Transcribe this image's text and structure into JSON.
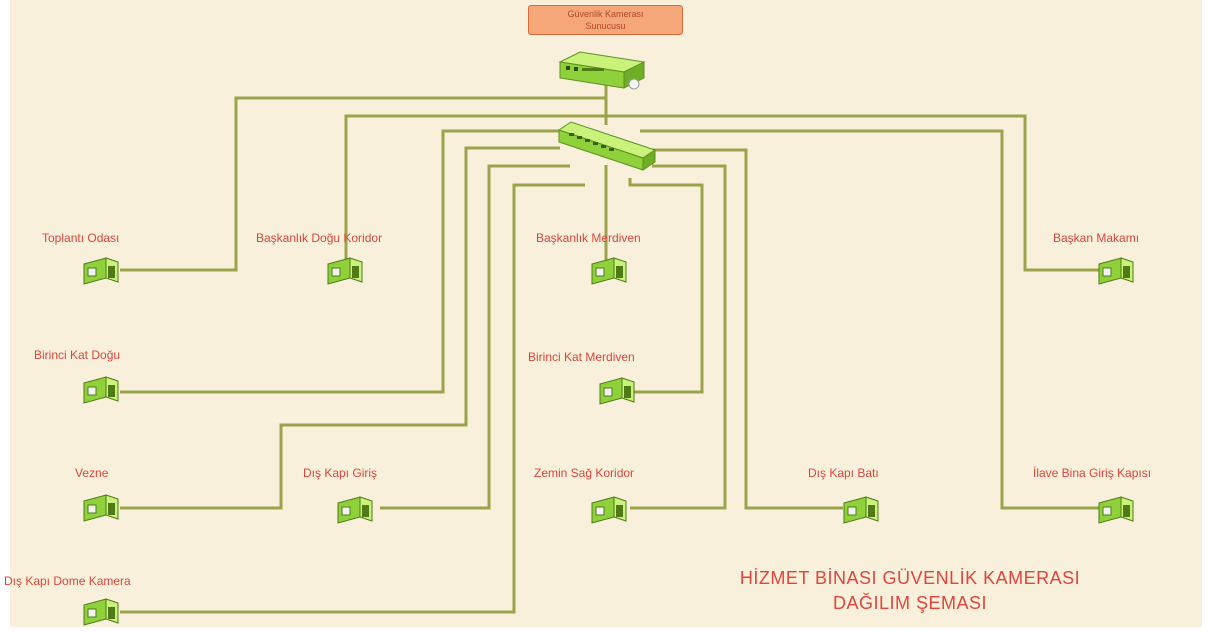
{
  "recorder": {
    "label_line1": "Güvenlik Kamerası",
    "label_line2": "Sunucusu"
  },
  "title": {
    "line1": "HİZMET BİNASI GÜVENLİK KAMERASI",
    "line2": "DAĞILIM ŞEMASI"
  },
  "cameras": [
    {
      "id": "toplanti",
      "label": "Toplantı Odası"
    },
    {
      "id": "baskanlik-dogu",
      "label": "Başkanlık Doğu Koridor"
    },
    {
      "id": "baskanlik-merdiven",
      "label": "Başkanlık Merdiven"
    },
    {
      "id": "baskan-makami",
      "label": "Başkan Makamı"
    },
    {
      "id": "birinci-kat-dogu",
      "label": "Birinci Kat Doğu"
    },
    {
      "id": "birinci-kat-merdiven",
      "label": "Birinci Kat Merdiven"
    },
    {
      "id": "vezne",
      "label": "Vezne"
    },
    {
      "id": "dis-kapi-giris",
      "label": "Dış Kapı Giriş"
    },
    {
      "id": "zemin-sag",
      "label": "Zemin Sağ Koridor"
    },
    {
      "id": "dis-kapi-bati",
      "label": "Dış Kapı Batı"
    },
    {
      "id": "ilave-bina",
      "label": "İlave Bina Giriş Kapısı"
    },
    {
      "id": "dis-kapi-dome",
      "label": "Dış Kapı Dome Kamera"
    }
  ],
  "colors": {
    "wire": "#9aa34a",
    "label": "#d9463c",
    "background": "#f9f0dc",
    "device": "#8fd13b"
  }
}
